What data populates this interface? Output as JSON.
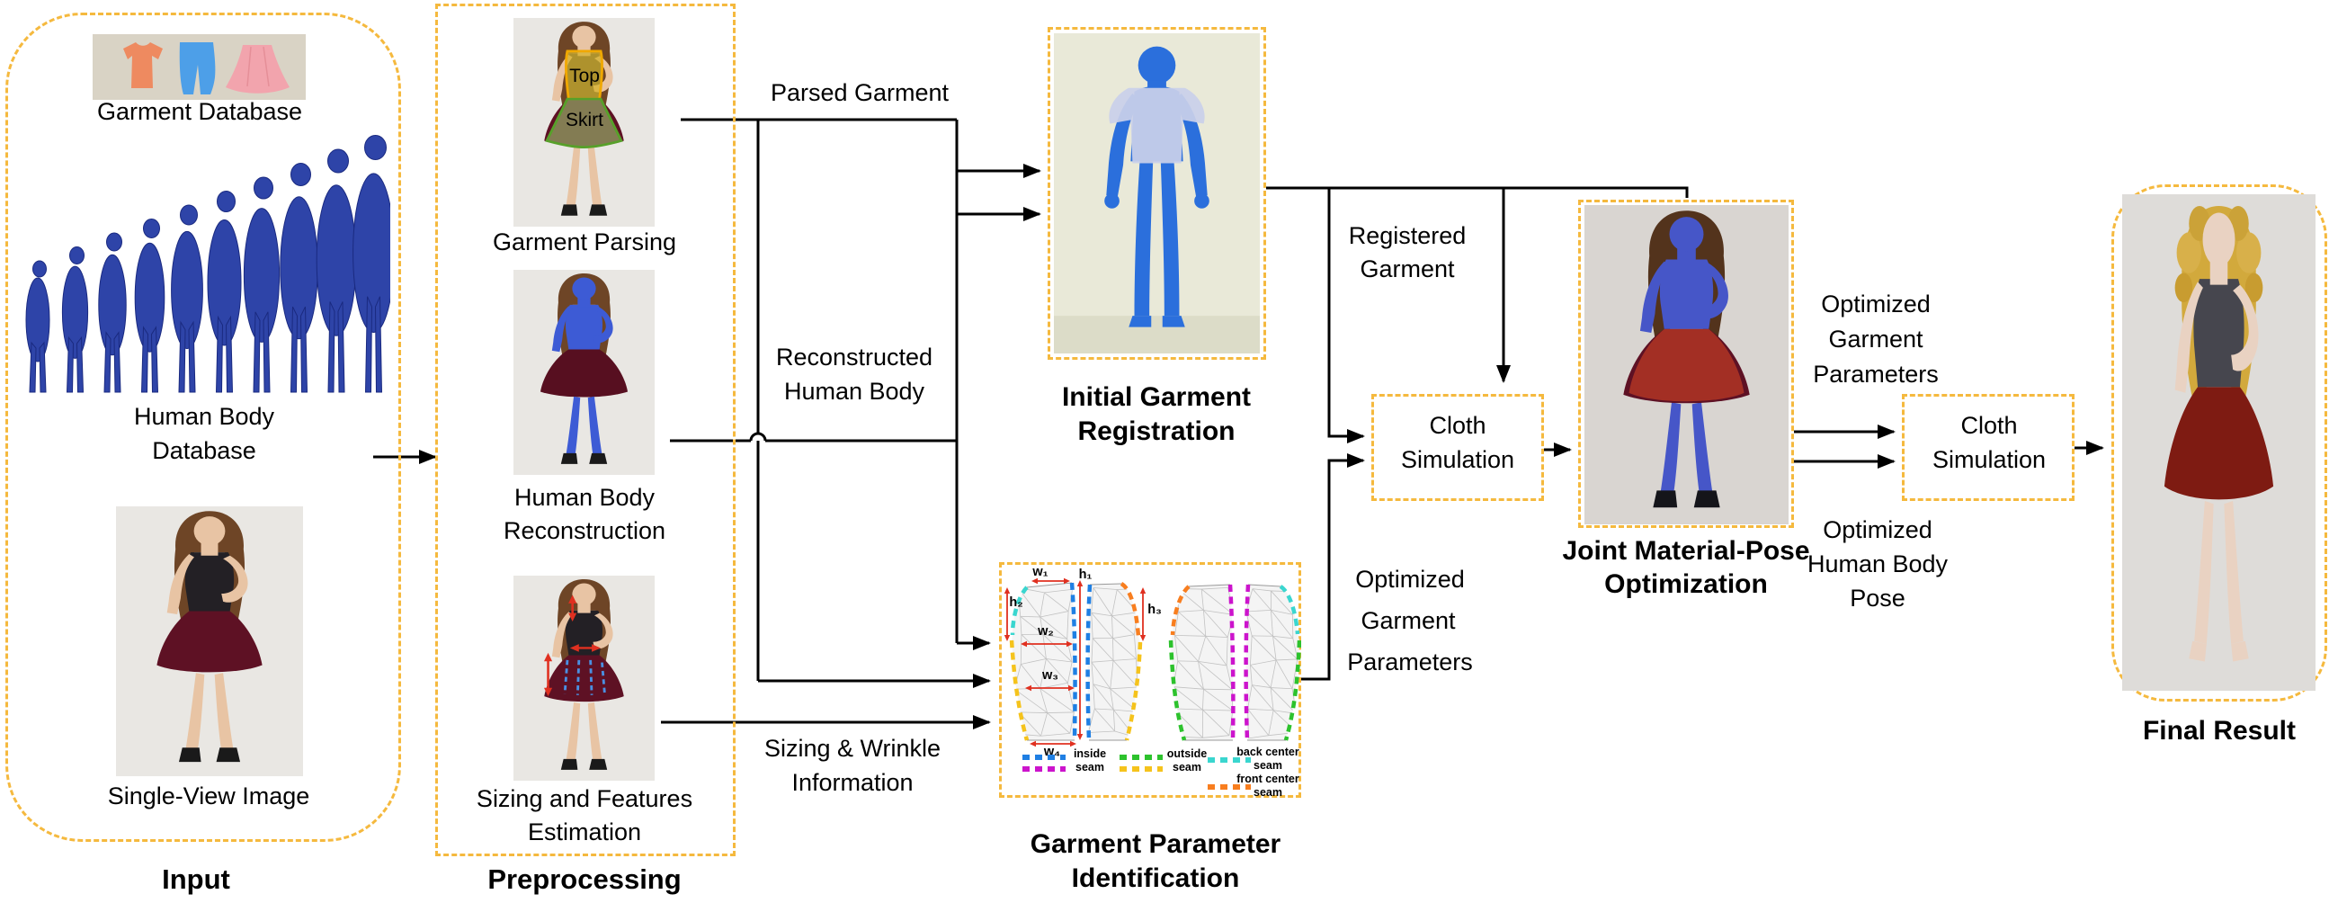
{
  "figure": {
    "input": {
      "title": "Input",
      "garment_db": "Garment Database",
      "human_body_db_line1": "Human Body",
      "human_body_db_line2": "Database",
      "single_view": "Single-View Image"
    },
    "preprocessing": {
      "title": "Preprocessing",
      "garment_parsing": "Garment Parsing",
      "hbr_line1": "Human Body",
      "hbr_line2": "Reconstruction",
      "sizing_line1": "Sizing and Features",
      "sizing_line2": "Estimation",
      "overlay_top": "Top",
      "overlay_skirt": "Skirt"
    },
    "flows": {
      "parsed_garment": "Parsed Garment",
      "reconstructed_line1": "Reconstructed",
      "reconstructed_line2": "Human Body",
      "wrinkle_line1": "Sizing & Wrinkle",
      "wrinkle_line2": "Information",
      "registered_line1": "Registered",
      "registered_line2": "Garment",
      "opt_garment_line1": "Optimized",
      "opt_garment_line2": "Garment",
      "opt_garment_line3": "Parameters",
      "opt_pose_line1": "Optimized",
      "opt_pose_line2": "Human Body",
      "opt_pose_line3": "Pose"
    },
    "stages": {
      "igr_line1": "Initial Garment",
      "igr_line2": "Registration",
      "gpi_line1": "Garment Parameter",
      "gpi_line2": "Identification",
      "cloth_line1": "Cloth",
      "cloth_line2": "Simulation",
      "joint_line1": "Joint Material-Pose",
      "joint_line2": "Optimization",
      "final": "Final Result"
    },
    "gpi": {
      "measurements": {
        "w1": "w₁",
        "w2": "w₂",
        "w3": "w₃",
        "w4": "w₄",
        "h1": "h₁",
        "h2": "h₂",
        "h3": "h₃"
      },
      "legend": [
        {
          "line1": "inside",
          "line2": "seam",
          "colors": [
            "#1F7FE3",
            "#CC14CC"
          ]
        },
        {
          "line1": "outside",
          "line2": "seam",
          "colors": [
            "#2DC22D",
            "#F5C31C"
          ]
        },
        {
          "line1": "back center",
          "line2": "seam",
          "colors": [
            "#3AD6CF"
          ]
        },
        {
          "line1": "front center",
          "line2": "seam",
          "colors": [
            "#F87E1F"
          ]
        }
      ]
    },
    "colors": {
      "box_dash": "#F5B93E",
      "arrow": "#000000",
      "measure_red": "#E03020",
      "seam_inside_a": "#1F7FE3",
      "seam_inside_b": "#CC14CC",
      "seam_outside_a": "#2DC22D",
      "seam_outside_b": "#F5C31C",
      "seam_back_center": "#3AD6CF",
      "seam_front_center": "#F87E1F"
    }
  }
}
